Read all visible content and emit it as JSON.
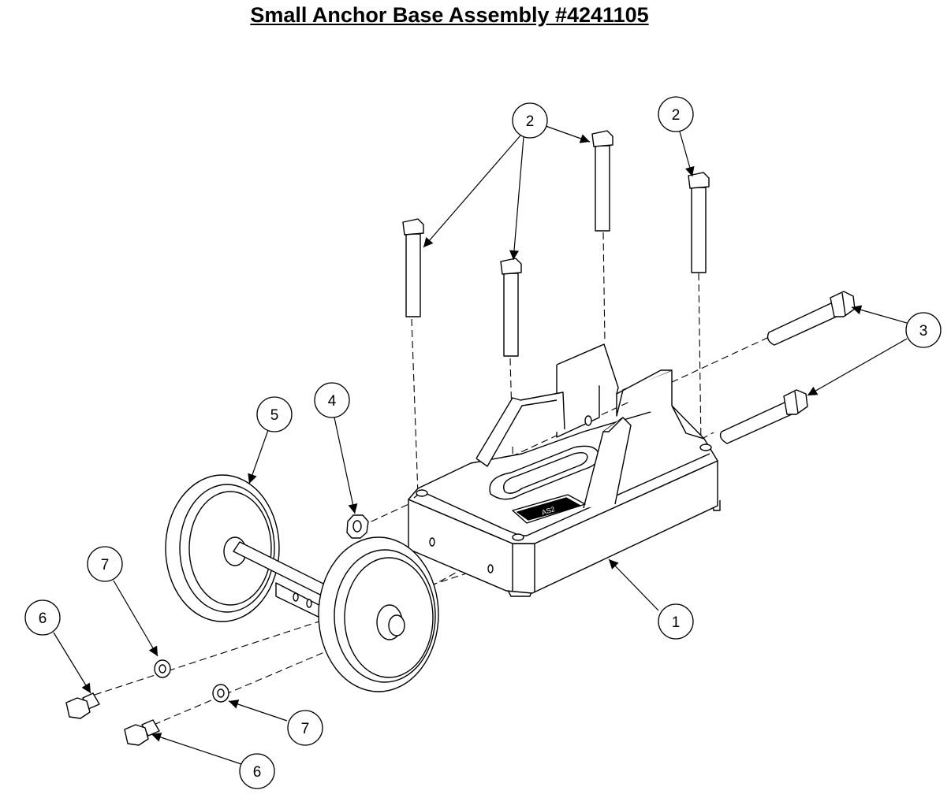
{
  "title": "Small Anchor Base Assembly #4241105",
  "callouts": [
    {
      "id": "c1",
      "label": "1"
    },
    {
      "id": "c2a",
      "label": "2"
    },
    {
      "id": "c2b",
      "label": "2"
    },
    {
      "id": "c3",
      "label": "3"
    },
    {
      "id": "c4",
      "label": "4"
    },
    {
      "id": "c5",
      "label": "5"
    },
    {
      "id": "c6a",
      "label": "6"
    },
    {
      "id": "c6b",
      "label": "6"
    },
    {
      "id": "c7a",
      "label": "7"
    },
    {
      "id": "c7b",
      "label": "7"
    }
  ],
  "base_stamp": "AS2"
}
